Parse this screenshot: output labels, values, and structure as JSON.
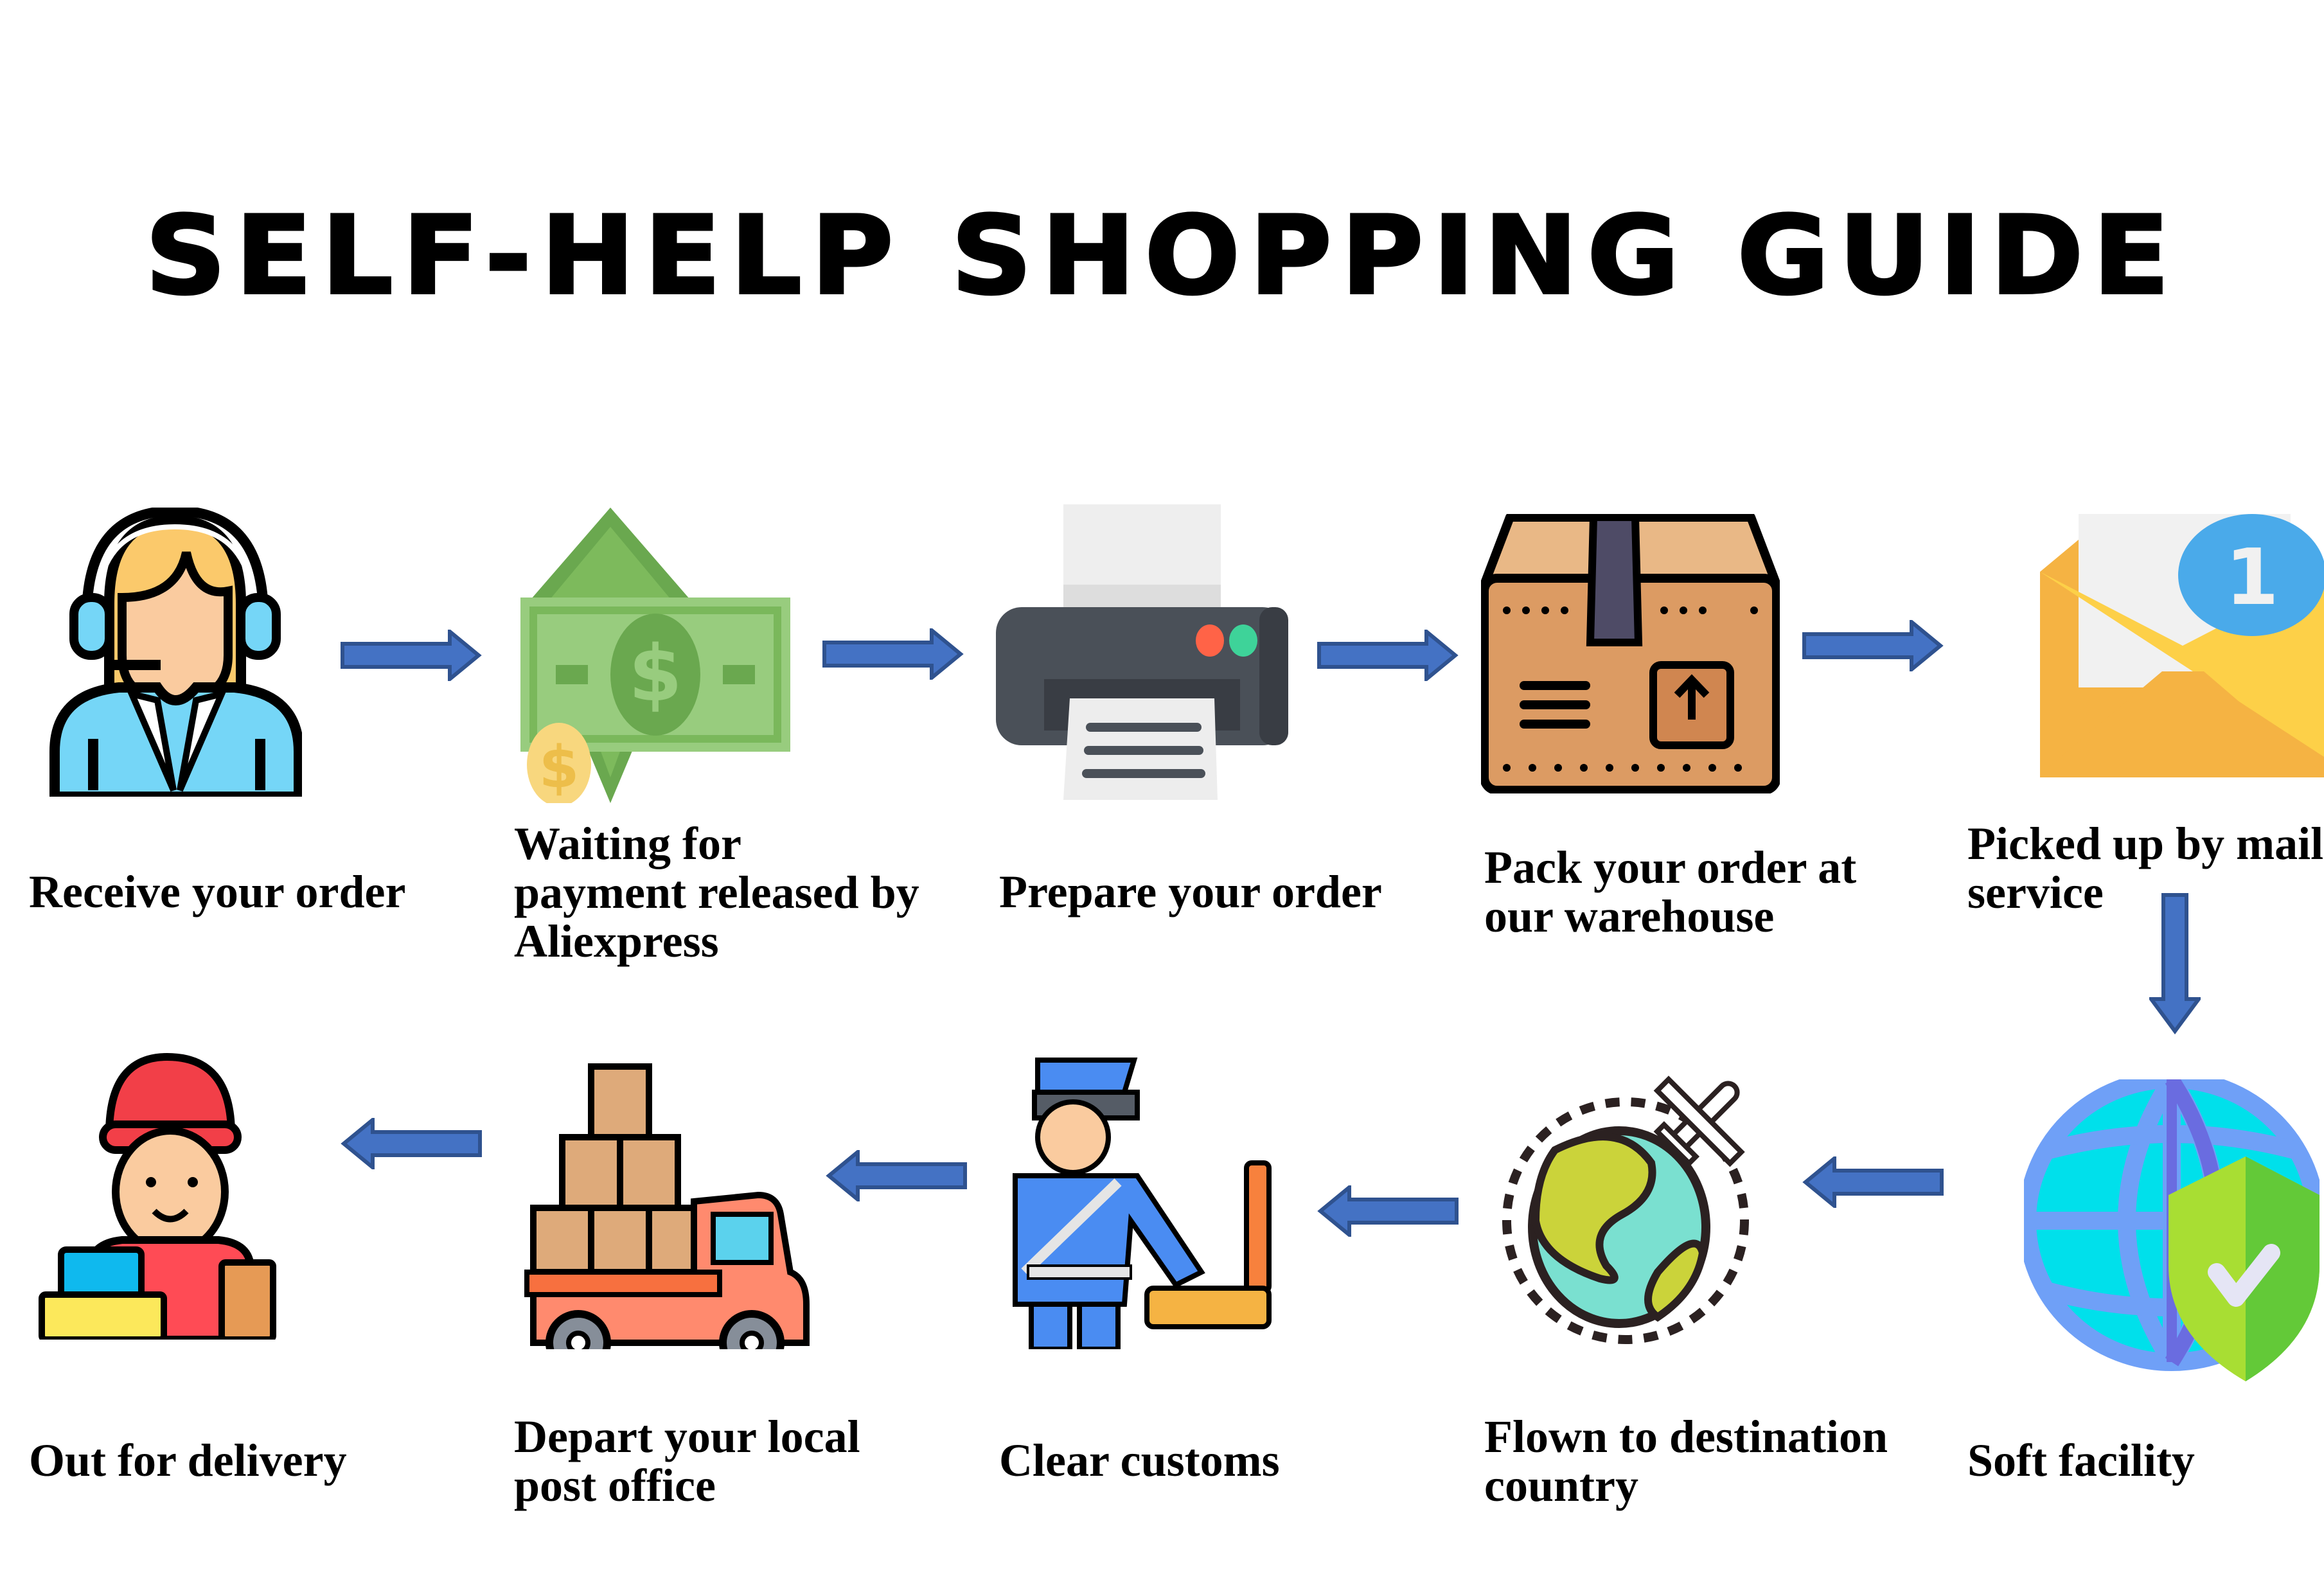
{
  "title": "SELF-HELP SHOPPING GUIDE",
  "arrow_color": "#4472C4",
  "arrow_border_color": "#2F528F",
  "steps": [
    {
      "label": "Receive your order",
      "icon": "customer-service-agent-icon"
    },
    {
      "label": "Waiting for\npayment released by\nAliexpress",
      "icon": "money-bill-icon"
    },
    {
      "label": "Prepare your order",
      "icon": "printer-icon"
    },
    {
      "label": "Pack your order at\nour warehouse",
      "icon": "cardboard-box-icon"
    },
    {
      "label": "Picked up by mail\nservice",
      "icon": "envelope-notification-icon",
      "badge": "1"
    },
    {
      "label": "Soft facility",
      "icon": "secure-globe-icon"
    },
    {
      "label": "Flown to destination\ncountry",
      "icon": "globe-airplane-icon"
    },
    {
      "label": "Clear customs",
      "icon": "customs-officer-icon"
    },
    {
      "label": "Depart your local\npost office",
      "icon": "delivery-truck-icon"
    },
    {
      "label": "Out for delivery",
      "icon": "delivery-man-icon"
    }
  ]
}
